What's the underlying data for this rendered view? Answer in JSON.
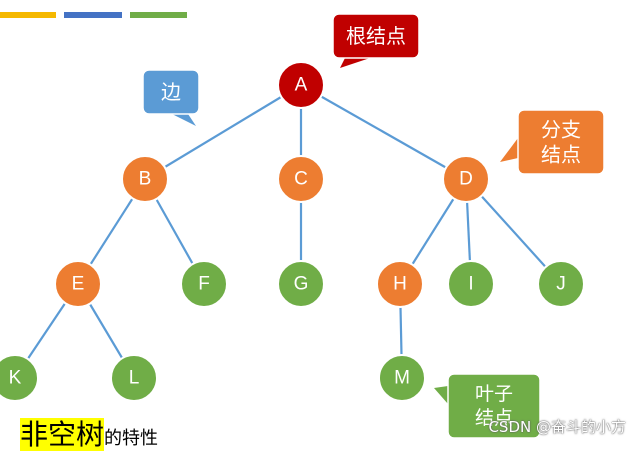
{
  "accent_bars": [
    "#f5b800",
    "#4472c4",
    "#70ad47"
  ],
  "colors": {
    "root": "#c00000",
    "branch": "#ed7d31",
    "leaf": "#70ad47",
    "edge": "#5b9bd5",
    "node_stroke": "#ffffff"
  },
  "tree": {
    "nodes": [
      {
        "id": "A",
        "label": "A",
        "kind": "root"
      },
      {
        "id": "B",
        "label": "B",
        "kind": "branch"
      },
      {
        "id": "C",
        "label": "C",
        "kind": "branch"
      },
      {
        "id": "D",
        "label": "D",
        "kind": "branch"
      },
      {
        "id": "E",
        "label": "E",
        "kind": "branch"
      },
      {
        "id": "F",
        "label": "F",
        "kind": "leaf"
      },
      {
        "id": "G",
        "label": "G",
        "kind": "leaf"
      },
      {
        "id": "H",
        "label": "H",
        "kind": "branch"
      },
      {
        "id": "I",
        "label": "I",
        "kind": "leaf"
      },
      {
        "id": "J",
        "label": "J",
        "kind": "leaf"
      },
      {
        "id": "K",
        "label": "K",
        "kind": "leaf"
      },
      {
        "id": "L",
        "label": "L",
        "kind": "leaf"
      },
      {
        "id": "M",
        "label": "M",
        "kind": "leaf"
      }
    ],
    "edges": [
      [
        "A",
        "B"
      ],
      [
        "A",
        "C"
      ],
      [
        "A",
        "D"
      ],
      [
        "B",
        "E"
      ],
      [
        "B",
        "F"
      ],
      [
        "C",
        "G"
      ],
      [
        "D",
        "H"
      ],
      [
        "D",
        "I"
      ],
      [
        "D",
        "J"
      ],
      [
        "E",
        "K"
      ],
      [
        "E",
        "L"
      ],
      [
        "H",
        "M"
      ]
    ]
  },
  "callouts": {
    "root": {
      "lines": [
        "根结点"
      ],
      "color": "#c00000"
    },
    "edge": {
      "lines": [
        "边"
      ],
      "color": "#5b9bd5"
    },
    "branch": {
      "lines": [
        "分支",
        "结点"
      ],
      "color": "#ed7d31"
    },
    "leaf": {
      "lines": [
        "叶子",
        "结点"
      ],
      "color": "#70ad47"
    }
  },
  "caption": {
    "highlight": "非空树",
    "rest": "的特性"
  },
  "watermark": "CSDN @奋斗的小方"
}
